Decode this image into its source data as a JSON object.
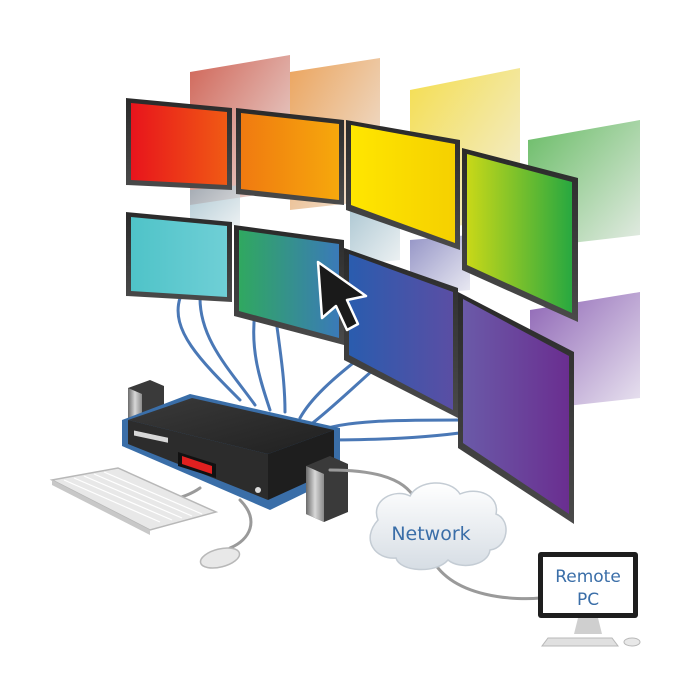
{
  "diagram": {
    "network_label": "Network",
    "remote_pc_label_line1": "Remote",
    "remote_pc_label_line2": "PC",
    "monitor_colors": [
      "#e8321c",
      "#f08a10",
      "#ffd800",
      "#7fc21e",
      "#5fc7cc",
      "#3aa65a",
      "#2e64b4",
      "#6a3e9c"
    ],
    "cable_color": "#4a78b6",
    "kvm_accent": "#3a6ea8",
    "display_led_color": "#e02020"
  }
}
